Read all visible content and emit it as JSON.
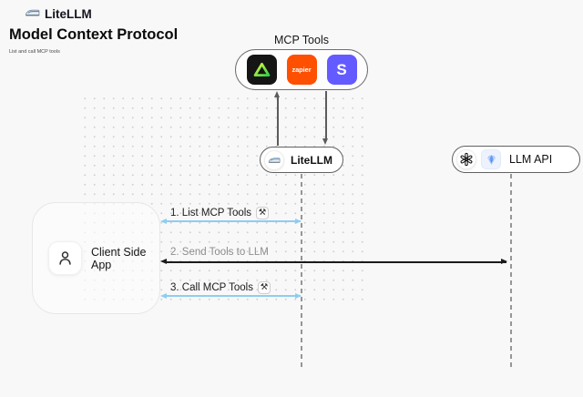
{
  "header": {
    "logo_text": "LiteLLM",
    "title": "Model Context Protocol",
    "subtitle": "List and call MCP tools"
  },
  "mcp_group": {
    "label": "MCP Tools",
    "zapier_label": "zapier",
    "stripe_label": "S"
  },
  "nodes": {
    "litellm": "LiteLLM",
    "llm_api": "LLM API",
    "client": "Client Side App"
  },
  "steps": [
    {
      "label": "1. List MCP Tools",
      "tool_icon": "⚒",
      "arrow_color": "#8ecdf2"
    },
    {
      "label": "2. Send Tools to LLM",
      "arrow_color": "#1b1b1b"
    },
    {
      "label": "3. Call MCP Tools",
      "tool_icon": "⚒",
      "arrow_color": "#8ecdf2"
    }
  ],
  "colors": {
    "background": "#f8f8f8",
    "dot_grid": "#d0d0d0",
    "zapier_orange": "#ff4f00",
    "stripe_purple": "#635bff",
    "triangle_green_start": "#e2f93e",
    "triangle_green_end": "#2fd24a",
    "step_blue": "#8ecdf2",
    "step_black": "#1b1b1b",
    "lifeline_gray": "#969696"
  }
}
